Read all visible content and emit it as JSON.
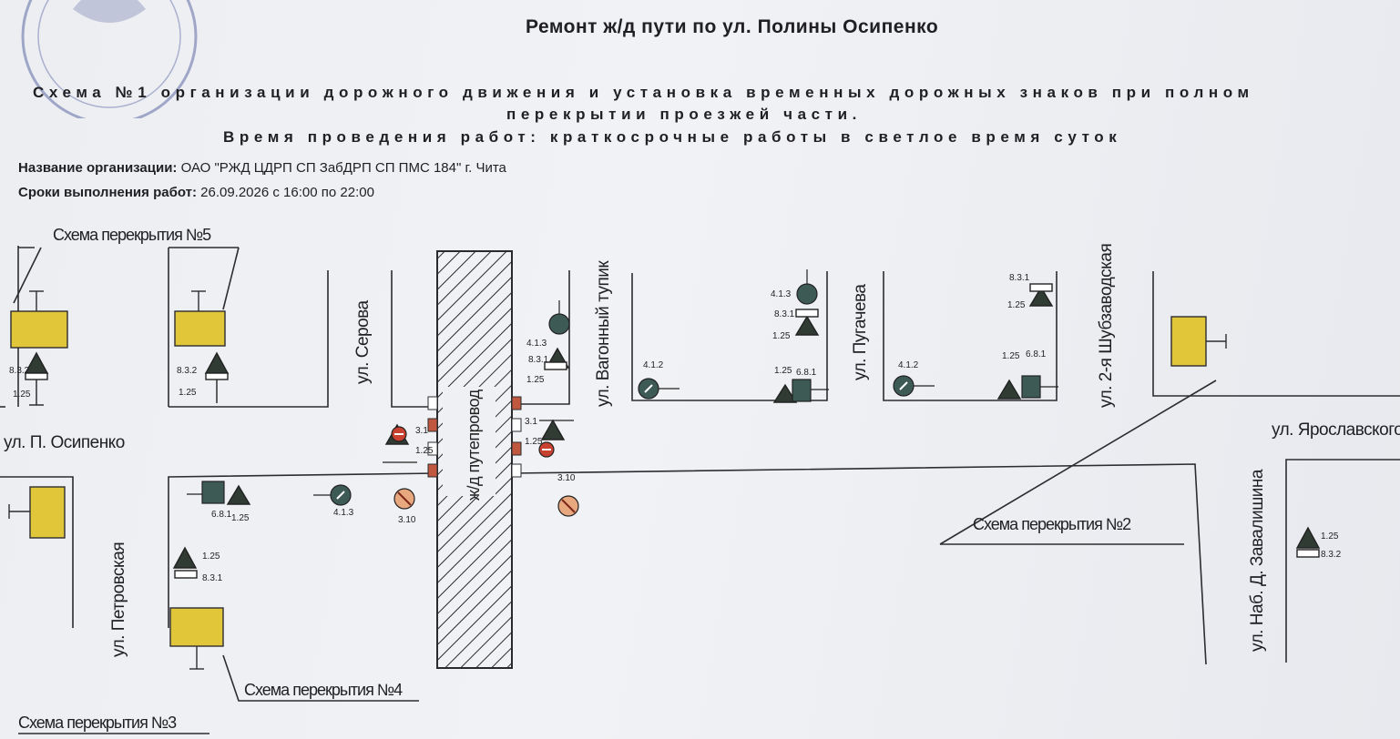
{
  "header": {
    "title": "Ремонт ж/д пути по ул. Полины Осипенко",
    "scheme_line1": "Схема №1 организации дорожного движения и установка временных дорожных знаков при полном",
    "scheme_line2": "перекрытии проезжей части.",
    "scheme_line3": "Время проведения работ: краткосрочные работы в светлое время суток",
    "org_label": "Название организации:",
    "org_value": "ОАО \"РЖД ЦДРП СП ЗабДРП СП ПМС 184\"  г. Чита",
    "dates_label": "Сроки выполнения работ:",
    "dates_value": "26.09.2026 с 16:00 по 22:00"
  },
  "streets": {
    "osipenko": "ул. П. Осипенко",
    "serova": "ул. Серова",
    "overpass": "ж/д путепровод",
    "vagonny": "ул. Вагонный тупик",
    "pugacheva": "ул. Пугачева",
    "shubzavodskaya": "ул. 2-я Шубзаводская",
    "yaroslavskogo": "ул. Ярославского",
    "petrovskaya": "ул. Петровская",
    "zavalishina": "ул. Наб. Д. Завалишина"
  },
  "closures": {
    "c5": "Схема перекрытия  №5",
    "c4": "Схема перекрытия  №4",
    "c3": "Схема перекрытия  №3",
    "c2": "Схема перекрытия  №2"
  },
  "signs": {
    "c125": "1.25",
    "c832": "8.3.2",
    "c831": "8.3.1",
    "c681": "6.8.1",
    "c413": "4.1.3",
    "c412": "4.1.2",
    "c310": "3.10",
    "c31": "3.1",
    "c125b": "1.25"
  },
  "colors": {
    "barrier": "#e2c63a",
    "sign_dark": "#3d5a55",
    "warning": "#2f3b33",
    "no_entry": "#c8402f"
  }
}
